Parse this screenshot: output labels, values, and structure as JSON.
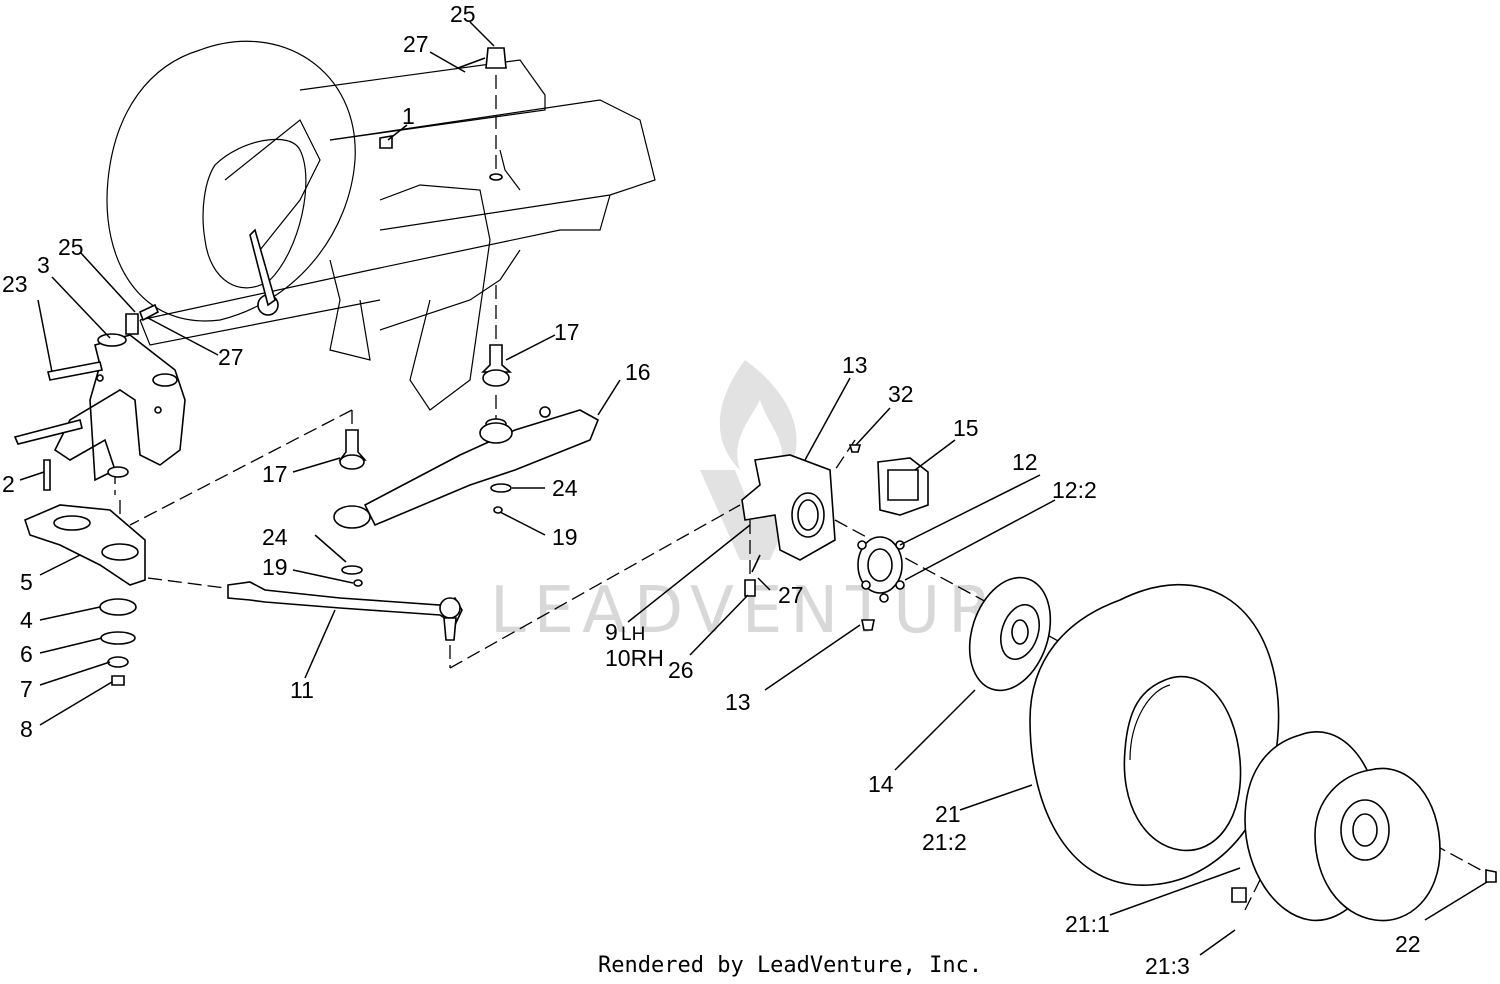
{
  "diagram": {
    "labels": {
      "n25_top": "25",
      "n27_top": "27",
      "n1": "1",
      "n23": "23",
      "n3": "3",
      "n25_left": "25",
      "n27_left": "27",
      "n2": "2",
      "n5": "5",
      "n4": "4",
      "n6": "6",
      "n7": "7",
      "n8": "8",
      "n17_left": "17",
      "n24_left": "24",
      "n19_left": "19",
      "n11": "11",
      "n17_right": "17",
      "n16": "16",
      "n24_right": "24",
      "n19_right": "19",
      "n13_top": "13",
      "n32": "32",
      "n15": "15",
      "n12": "12",
      "n12_2": "12:2",
      "n9": "9",
      "n9_suffix": "LH",
      "n10rh": "10RH",
      "n27_mid": "27",
      "n26": "26",
      "n13_bottom": "13",
      "n14": "14",
      "n21": "21",
      "n21_2": "21:2",
      "n21_1": "21:1",
      "n21_3": "21:3",
      "n22": "22"
    },
    "watermark": "LEADVENTURE",
    "credit": "Rendered by LeadVenture, Inc."
  }
}
